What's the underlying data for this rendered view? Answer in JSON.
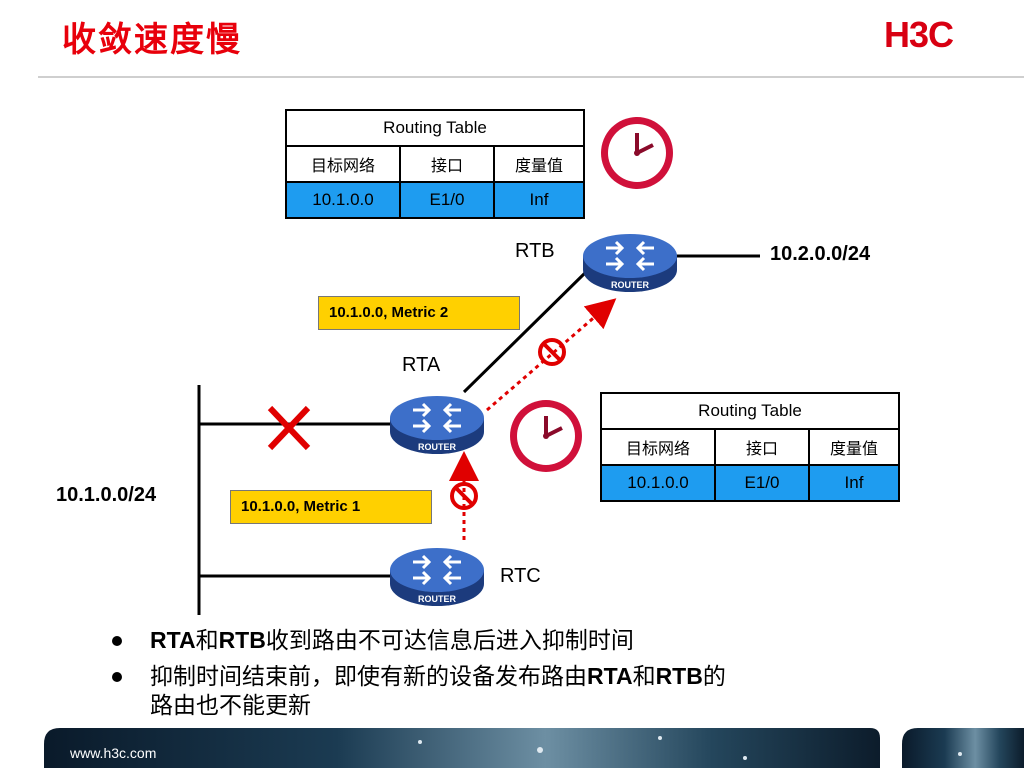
{
  "slide": {
    "title": "收敛速度慢",
    "logo": "H3C",
    "footer_url": "www.h3c.com"
  },
  "routing_table_top": {
    "caption": "Routing Table",
    "headers": [
      "目标网络",
      "接口",
      "度量值"
    ],
    "row": [
      "10.1.0.0",
      "E1/0",
      "Inf"
    ]
  },
  "routing_table_mid": {
    "caption": "Routing Table",
    "headers": [
      "目标网络",
      "接口",
      "度量值"
    ],
    "row": [
      "10.1.0.0",
      "E1/0",
      "Inf"
    ]
  },
  "routers": {
    "rtb": "RTB",
    "rta": "RTA",
    "rtc": "RTC",
    "badge": "ROUTER"
  },
  "networks": {
    "right": "10.2.0.0/24",
    "left": "10.1.0.0/24"
  },
  "updates": {
    "metric2": "10.1.0.0, Metric 2",
    "metric1": "10.1.0.0, Metric 1"
  },
  "bullets": {
    "b1": {
      "rta": "RTA",
      "he1": "和",
      "rtb": "RTB",
      "rest": "收到路由不可达信息后进入抑制时间"
    },
    "b2": {
      "pre": "抑制时间结束前，即使有新的设备发布路由",
      "rta": "RTA",
      "he": "和",
      "rtb": "RTB",
      "end": "的",
      "line2": "路由也不能更新"
    }
  },
  "colors": {
    "title": "#e8000b",
    "table_row": "#1e9cf0",
    "metric_box": "#ffd000",
    "router": "#2d55a8",
    "dotted_arrow": "#e00000",
    "clock_ring": "#d0103a"
  },
  "icons": [
    "router-icon",
    "clock-icon",
    "prohibit-icon",
    "cross-mark-icon",
    "bullet-icon"
  ]
}
